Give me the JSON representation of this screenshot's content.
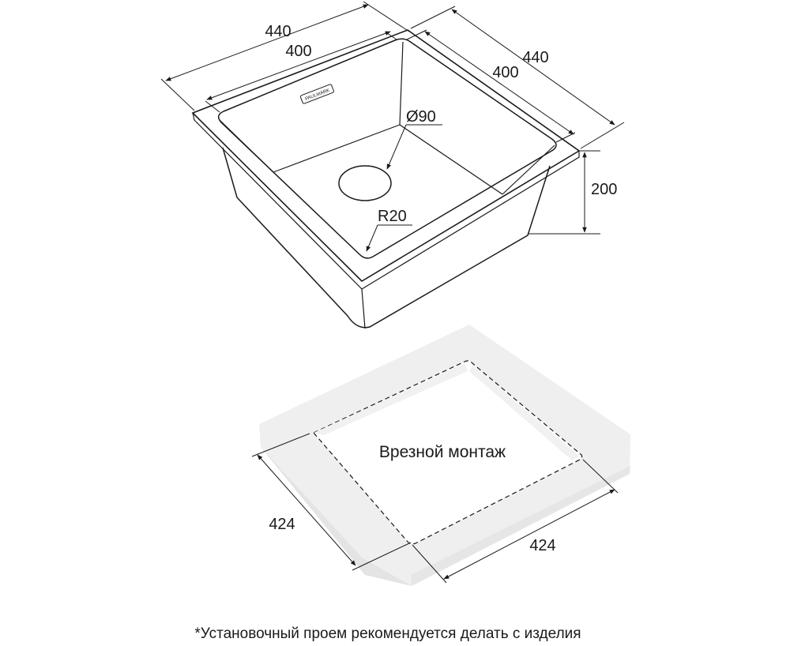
{
  "sink": {
    "brand_plate": "PAULMARK",
    "dims": {
      "outer_width": "440",
      "inner_width": "400",
      "outer_depth": "440",
      "inner_depth": "400",
      "height": "200",
      "drain_diameter": "Ø90",
      "corner_radius": "R20"
    }
  },
  "cutout": {
    "label": "Врезной монтаж",
    "width": "424",
    "depth": "424"
  },
  "footnote": "*Установочный проем рекомендуется делать с изделия",
  "colors": {
    "line": "#1a1a1a",
    "countertop": "#efefef"
  }
}
